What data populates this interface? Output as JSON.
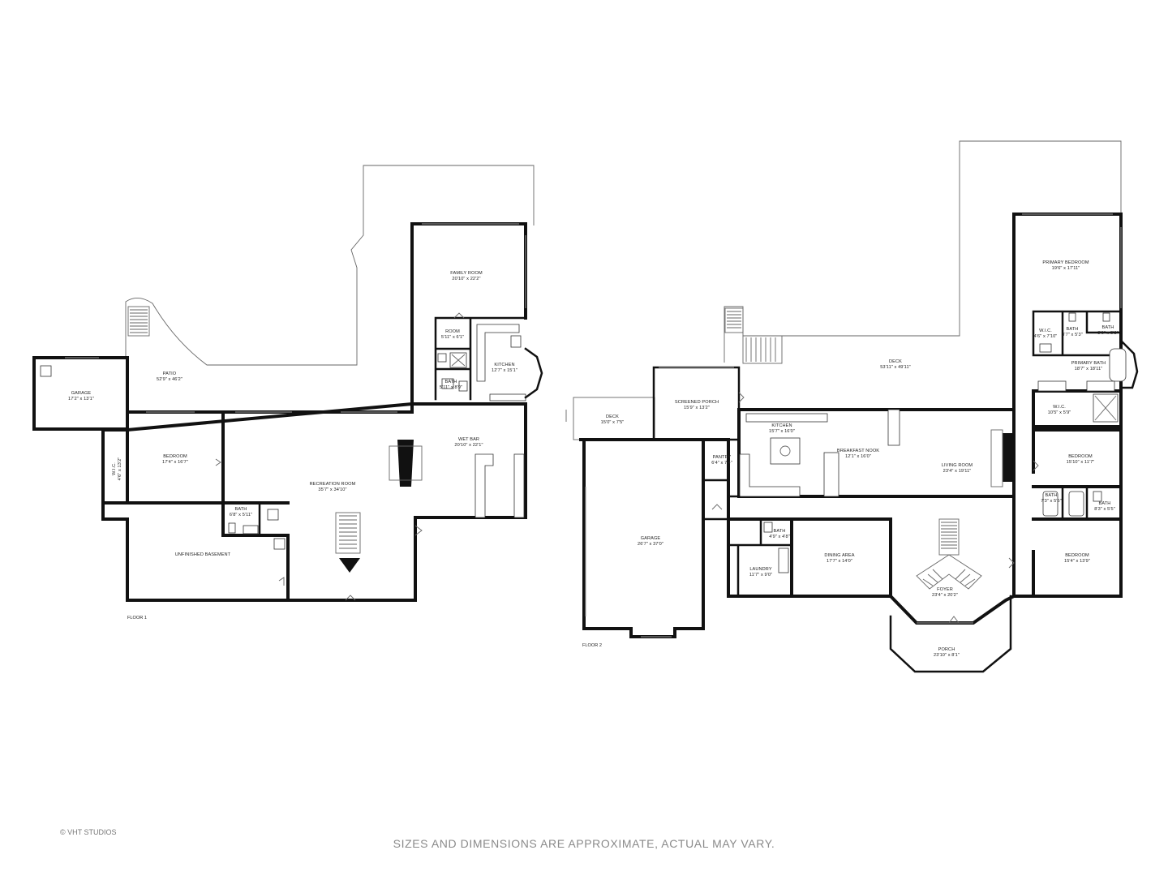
{
  "floors": [
    {
      "label": "FLOOR 1",
      "rooms": [
        {
          "name": "FAMILY ROOM",
          "dims": "20'10\" x 22'2\""
        },
        {
          "name": "ROOM",
          "dims": "5'11\" x 6'1\""
        },
        {
          "name": "KITCHEN",
          "dims": "12'7\" x 15'1\""
        },
        {
          "name": "BATH",
          "dims": "5'11\" x 8'9\""
        },
        {
          "name": "PATIO",
          "dims": "52'9\" x 46'2\""
        },
        {
          "name": "GARAGE",
          "dims": "17'2\" x 13'1\""
        },
        {
          "name": "WET BAR",
          "dims": "20'10\" x 22'1\""
        },
        {
          "name": "BEDROOM",
          "dims": "17'4\" x 16'7\""
        },
        {
          "name": "W.I.C.",
          "dims": "4'6\" x 13'2\""
        },
        {
          "name": "RECREATION ROOM",
          "dims": "35'7\" x 34'10\""
        },
        {
          "name": "BATH",
          "dims": "6'8\" x 5'11\""
        },
        {
          "name": "UNFINISHED BASEMENT",
          "dims": ""
        }
      ]
    },
    {
      "label": "FLOOR 2",
      "rooms": [
        {
          "name": "DECK",
          "dims": "53'11\" x 49'11\""
        },
        {
          "name": "PRIMARY BEDROOM",
          "dims": "19'6\" x 17'11\""
        },
        {
          "name": "W.I.C.",
          "dims": "4'6\" x 7'10\""
        },
        {
          "name": "BATH",
          "dims": "3'7\" x 5'3\""
        },
        {
          "name": "BATH",
          "dims": "3'6\" x 5'3\""
        },
        {
          "name": "PRIMARY BATH",
          "dims": "18'7\" x 18'11\""
        },
        {
          "name": "DECK",
          "dims": "15'0\" x 7'5\""
        },
        {
          "name": "SCREENED PORCH",
          "dims": "15'9\" x 13'2\""
        },
        {
          "name": "KITCHEN",
          "dims": "15'7\" x 16'0\""
        },
        {
          "name": "W.I.C.",
          "dims": "10'5\" x 5'9\""
        },
        {
          "name": "BREAKFAST NOOK",
          "dims": "12'1\" x 16'0\""
        },
        {
          "name": "LIVING ROOM",
          "dims": "23'4\" x 19'11\""
        },
        {
          "name": "BEDROOM",
          "dims": "15'10\" x 11'7\""
        },
        {
          "name": "PANTRY",
          "dims": "6'4\" x 7'4\""
        },
        {
          "name": "BATH",
          "dims": "7'3\" x 5'5\""
        },
        {
          "name": "BATH",
          "dims": "8'3\" x 5'5\""
        },
        {
          "name": "GARAGE",
          "dims": "26'7\" x 37'0\""
        },
        {
          "name": "BATH",
          "dims": "4'9\" x 4'8\""
        },
        {
          "name": "DINING AREA",
          "dims": "17'7\" x 14'0\""
        },
        {
          "name": "BEDROOM",
          "dims": "15'4\" x 13'9\""
        },
        {
          "name": "LAUNDRY",
          "dims": "11'7\" x 9'0\""
        },
        {
          "name": "FOYER",
          "dims": "23'4\" x 20'2\""
        },
        {
          "name": "PORCH",
          "dims": "23'10\" x 8'1\""
        }
      ]
    }
  ],
  "copyright": "© VHT STUDIOS",
  "disclaimer": "SIZES AND DIMENSIONS ARE APPROXIMATE, ACTUAL MAY VARY."
}
